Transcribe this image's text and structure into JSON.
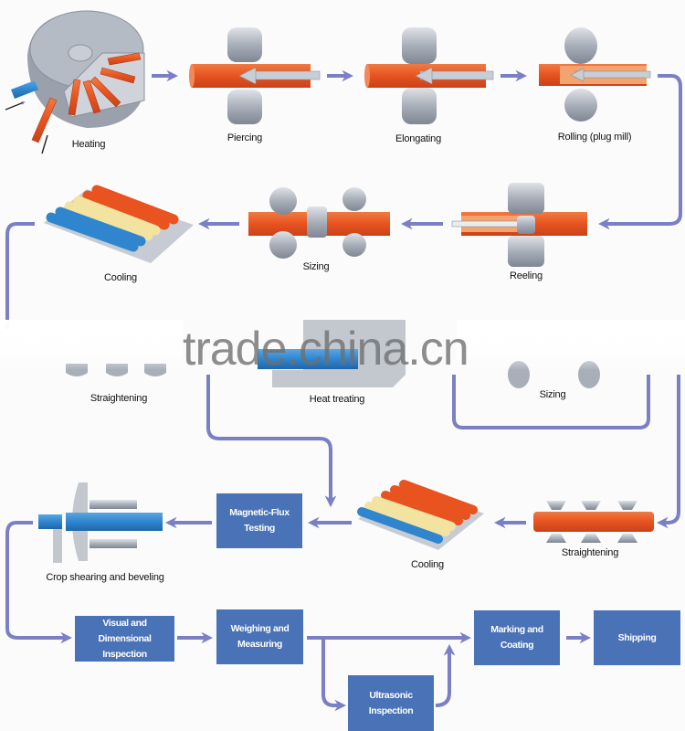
{
  "diagram": {
    "title": "Seamless steel pipe production process",
    "colors": {
      "flow_line": "#7b7fc4",
      "process_box": "#4a72b6",
      "hot_pipe": "#e8531f",
      "cool_pipe": "#2f86cf",
      "cream_pipe": "#f3e3a0",
      "steel": "#b9bec6"
    },
    "stages": [
      {
        "id": "heating",
        "label": "Heating",
        "type": "illustration"
      },
      {
        "id": "piercing",
        "label": "Piercing",
        "type": "illustration"
      },
      {
        "id": "elongating",
        "label": "Elongating",
        "type": "illustration"
      },
      {
        "id": "rolling",
        "label": "Rolling (plug mill)",
        "type": "illustration"
      },
      {
        "id": "reeling",
        "label": "Reeling",
        "type": "illustration"
      },
      {
        "id": "sizing-1",
        "label": "Sizing",
        "type": "illustration"
      },
      {
        "id": "cooling-1",
        "label": "Cooling",
        "type": "illustration"
      },
      {
        "id": "straightening-1",
        "label": "Straightening",
        "type": "illustration"
      },
      {
        "id": "heat-treating",
        "label": "Heat treating",
        "type": "illustration"
      },
      {
        "id": "sizing-2",
        "label": "Sizing",
        "type": "illustration"
      },
      {
        "id": "straightening-2",
        "label": "Straightening",
        "type": "illustration"
      },
      {
        "id": "cooling-2",
        "label": "Cooling",
        "type": "illustration"
      },
      {
        "id": "magnetic-flux",
        "label_lines": [
          "Magnetic-Flux",
          "Testing"
        ],
        "type": "box"
      },
      {
        "id": "crop-shearing",
        "label": "Crop shearing and beveling",
        "type": "illustration"
      },
      {
        "id": "visual-inspection",
        "label_lines": [
          "Visual and",
          "Dimensional Inspection"
        ],
        "type": "box"
      },
      {
        "id": "weighing",
        "label_lines": [
          "Weighing and",
          "Measuring"
        ],
        "type": "box"
      },
      {
        "id": "ultrasonic",
        "label_lines": [
          "Ultrasonic",
          "Inspection"
        ],
        "type": "box"
      },
      {
        "id": "marking",
        "label_lines": [
          "Marking and",
          "Coating"
        ],
        "type": "box"
      },
      {
        "id": "shipping",
        "label_lines": [
          "Shipping"
        ],
        "type": "box"
      }
    ],
    "flow": [
      [
        "heating",
        "piercing"
      ],
      [
        "piercing",
        "elongating"
      ],
      [
        "elongating",
        "rolling"
      ],
      [
        "rolling",
        "reeling"
      ],
      [
        "reeling",
        "sizing-1"
      ],
      [
        "sizing-1",
        "cooling-1"
      ],
      [
        "cooling-1",
        "straightening-1"
      ],
      [
        "straightening-1",
        "heat-treating"
      ],
      [
        "heat-treating",
        "magnetic-flux"
      ],
      [
        "sizing-2",
        "straightening-2"
      ],
      [
        "straightening-2",
        "cooling-2"
      ],
      [
        "cooling-2",
        "magnetic-flux"
      ],
      [
        "magnetic-flux",
        "crop-shearing"
      ],
      [
        "crop-shearing",
        "visual-inspection"
      ],
      [
        "visual-inspection",
        "weighing"
      ],
      [
        "weighing",
        "marking"
      ],
      [
        "weighing",
        "ultrasonic"
      ],
      [
        "ultrasonic",
        "marking"
      ],
      [
        "marking",
        "shipping"
      ]
    ],
    "watermark": "trade.china.cn"
  }
}
